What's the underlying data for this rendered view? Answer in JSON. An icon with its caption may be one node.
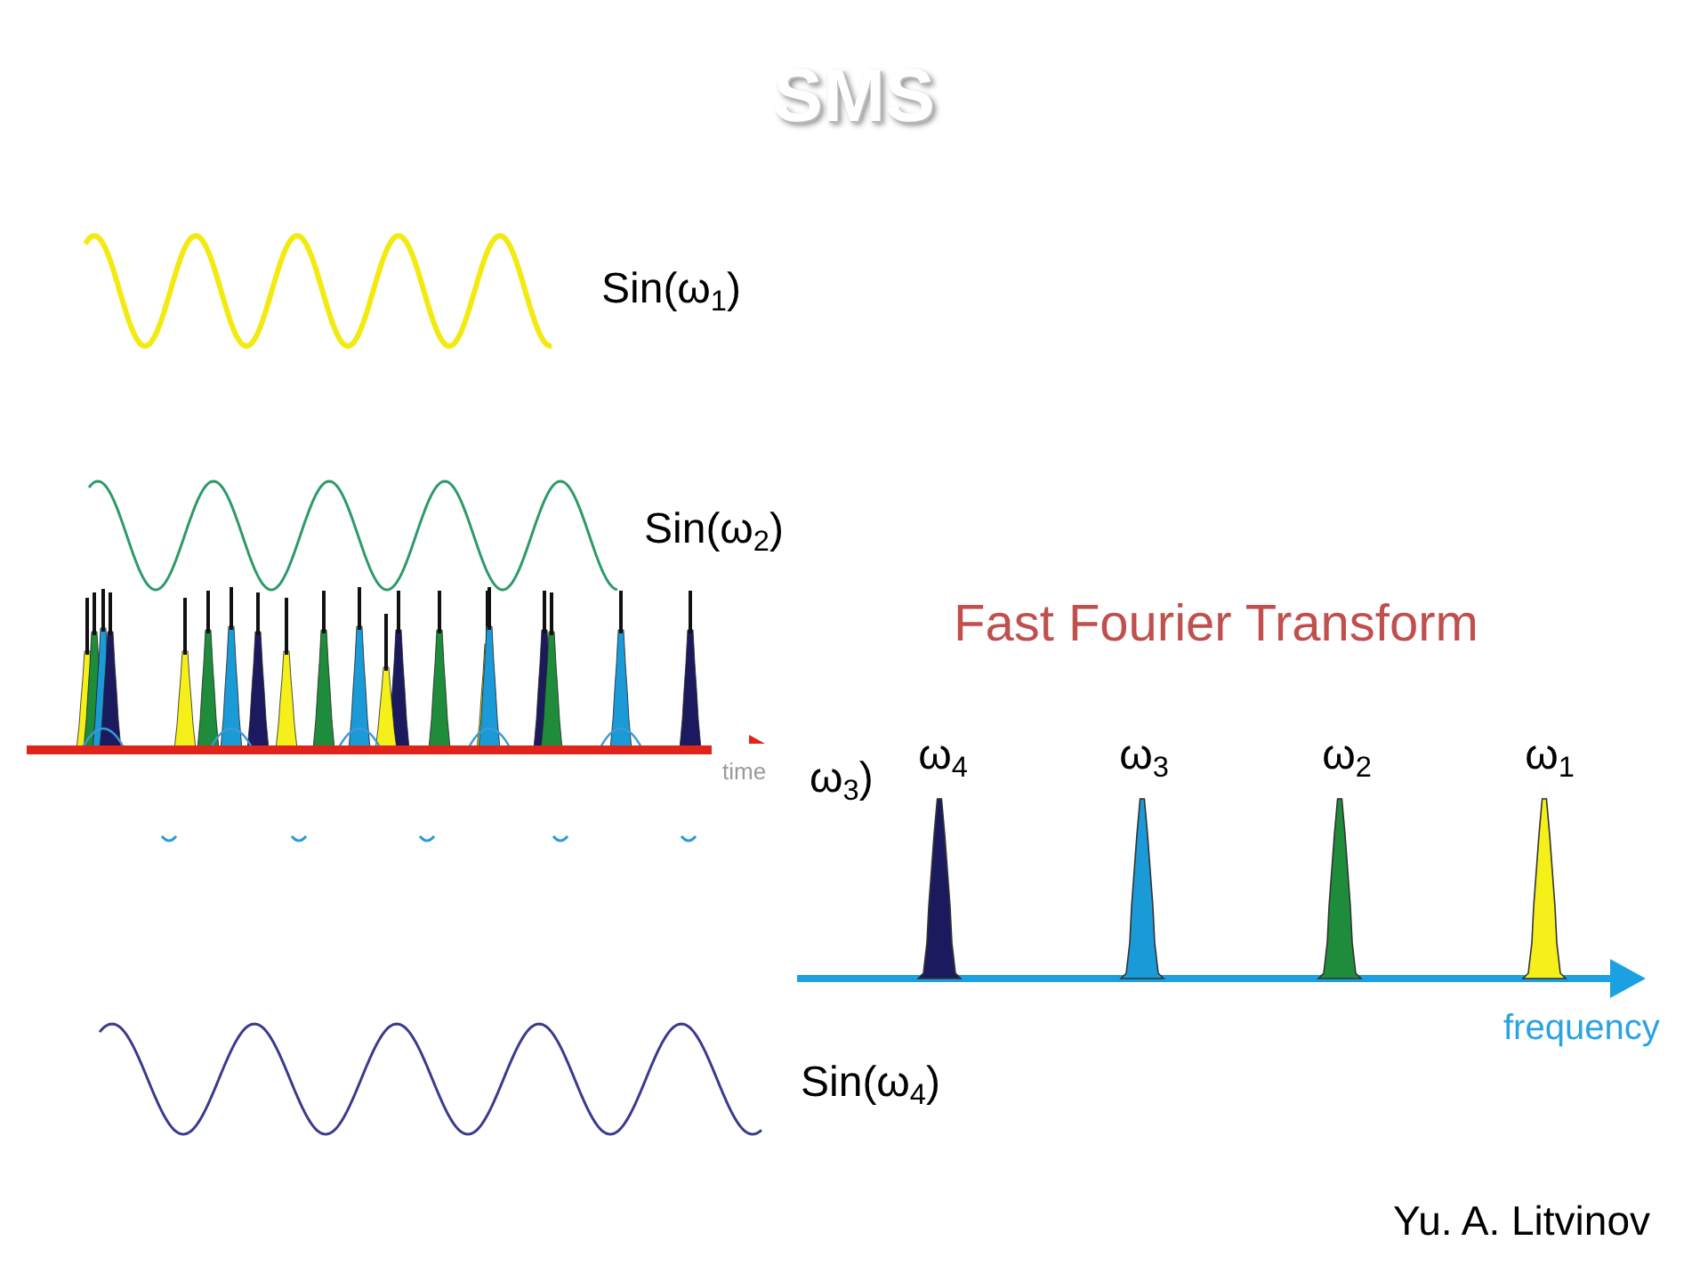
{
  "diagram": {
    "title": "SMS",
    "labels": [
      "Sin(ω$_{1}$)",
      "Sin(ω$_{2}$)",
      "Fast Fourier Transform",
      "ω$_{4}$",
      "ω$_{3}$",
      "ω$_{2}$",
      "ω$_{1}$",
      "time",
      "ω$_{3}$)",
      "frequency",
      "Sin(ω$_{4}$)",
      "Yu. A. Litvinov"
    ]
  }
}
